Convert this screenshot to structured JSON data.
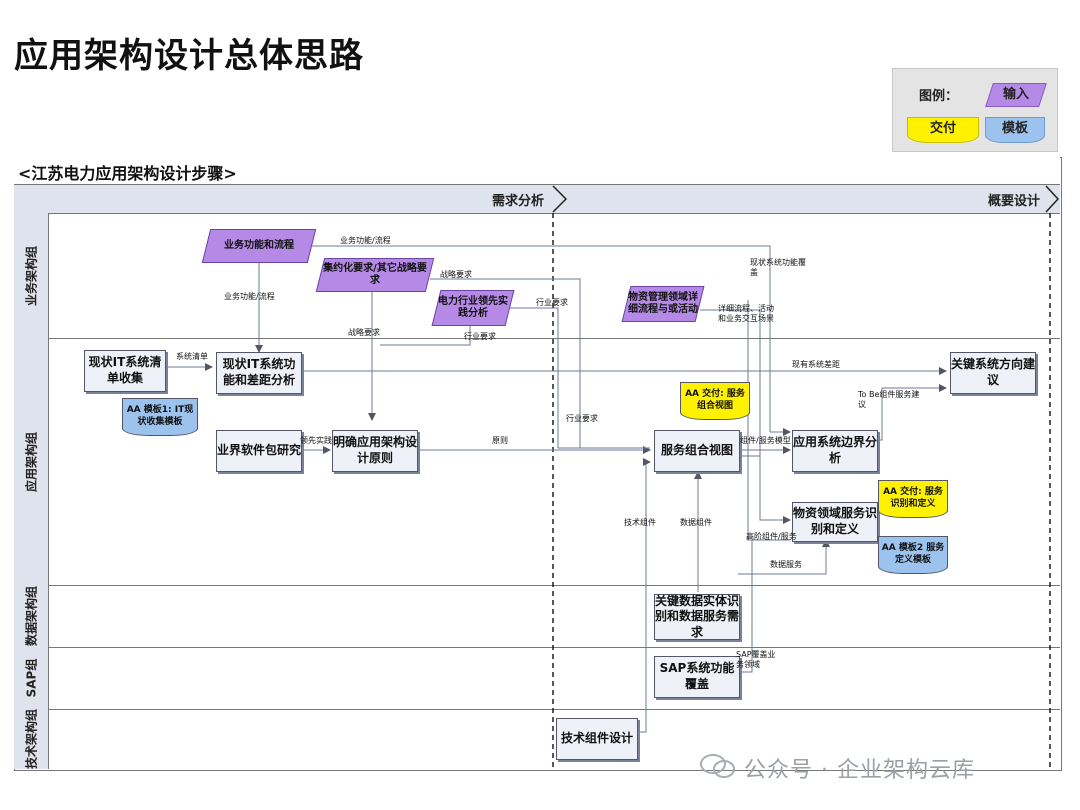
{
  "title": "应用架构设计总体思路",
  "legend": {
    "title": "图例：",
    "input": "输入",
    "deliverable": "交付",
    "template": "模板"
  },
  "steps_header": "<江苏电力应用架构设计步骤>",
  "phases": [
    "需求分析",
    "概要设计"
  ],
  "lanes": [
    "业务架构组",
    "应用架构组",
    "数据架构组",
    "SAP组",
    "技术架构组"
  ],
  "inputs": {
    "biz_func": "业务功能和流程",
    "intensive": "集约化要求/其它战略要求",
    "industry": "电力行业领先实践分析",
    "material": "物资管理领域详细流程与或活动"
  },
  "boxes": {
    "it_collect": "现状IT系统清单收集",
    "it_analysis": "现状IT系统功能和差距分析",
    "sw_study": "业界软件包研究",
    "principles": "明确应用架构设计原则",
    "svc_view": "服务组合视图",
    "boundary": "应用系统边界分析",
    "material_svc": "物资领域服务识别和定义",
    "key_dir": "关键系统方向建议",
    "key_data": "关键数据实体识别和数据服务需求",
    "sap": "SAP系统功能覆盖",
    "tech": "技术组件设计"
  },
  "docs": {
    "tpl1": "AA 模板1: IT现状收集模板",
    "deliv1": "AA 交付: 服务组合视图",
    "deliv2": "AA 交付: 服务识别和定义",
    "tpl2": "AA 模板2 服务定义模板"
  },
  "labels": {
    "l1": "业务功能/流程",
    "l2": "业务功能/流程",
    "l3": "战略要求",
    "l4": "行业要求",
    "l5": "战略要求",
    "l6": "行业要求",
    "l7": "现状系统功能覆盖",
    "l8": "详细流程、活动和业务交互场景",
    "l9": "系统清单",
    "l10": "现有系统差距",
    "l11": "To Be组件服务建议",
    "l12": "领先实践",
    "l13": "原则",
    "l14": "行业要求",
    "l15": "组件/服务模型",
    "l16": "技术组件",
    "l17": "数据组件",
    "l18": "高阶组件/服务",
    "l19": "数据服务",
    "l20": "SAP覆盖业务领域"
  },
  "watermark": "公众号 · 企业架构云库"
}
